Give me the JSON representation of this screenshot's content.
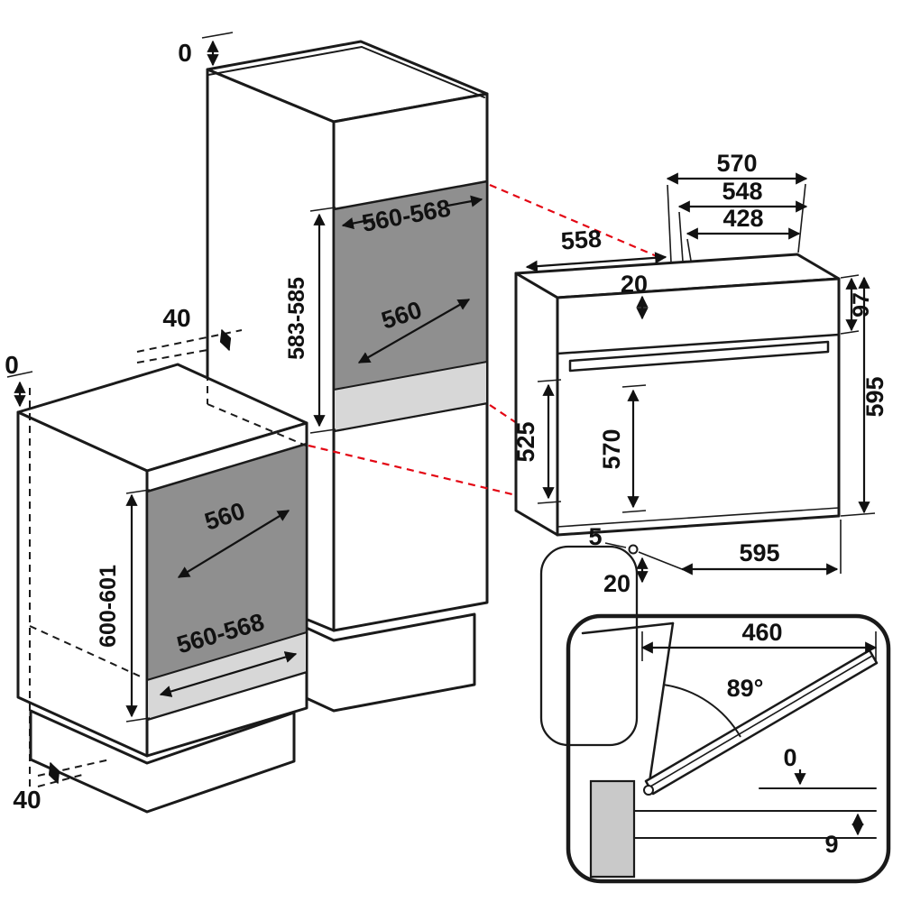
{
  "diagram": {
    "colors": {
      "outline": "#1a1a1a",
      "projection_line": "#e30613",
      "niche_back": "#8f8f8f",
      "niche_floor": "#d7d7d7",
      "panel_gray": "#c9c9c9"
    },
    "tall_cabinet": {
      "top_gap": "0",
      "rear_gap": "40",
      "niche_width": "560-568",
      "niche_height": "583-585",
      "niche_depth": "560"
    },
    "base_cabinet": {
      "top_gap": "0",
      "niche_depth": "560",
      "niche_height": "600-601",
      "niche_width": "560-568",
      "bottom_gap": "40"
    },
    "oven": {
      "depth_with_door": "570",
      "depth_body": "548",
      "depth_rear": "428",
      "top_width": "558",
      "top_setback": "20",
      "fascia_height": "97",
      "height": "595",
      "cavity_height": "525",
      "door_height": "570",
      "width": "595",
      "front_gap": "5",
      "bottom_clearance": "20"
    },
    "door_detail": {
      "open_door_depth": "460",
      "opening_angle": "89°",
      "flush_gap": "0",
      "plinth_recess": "9"
    }
  }
}
